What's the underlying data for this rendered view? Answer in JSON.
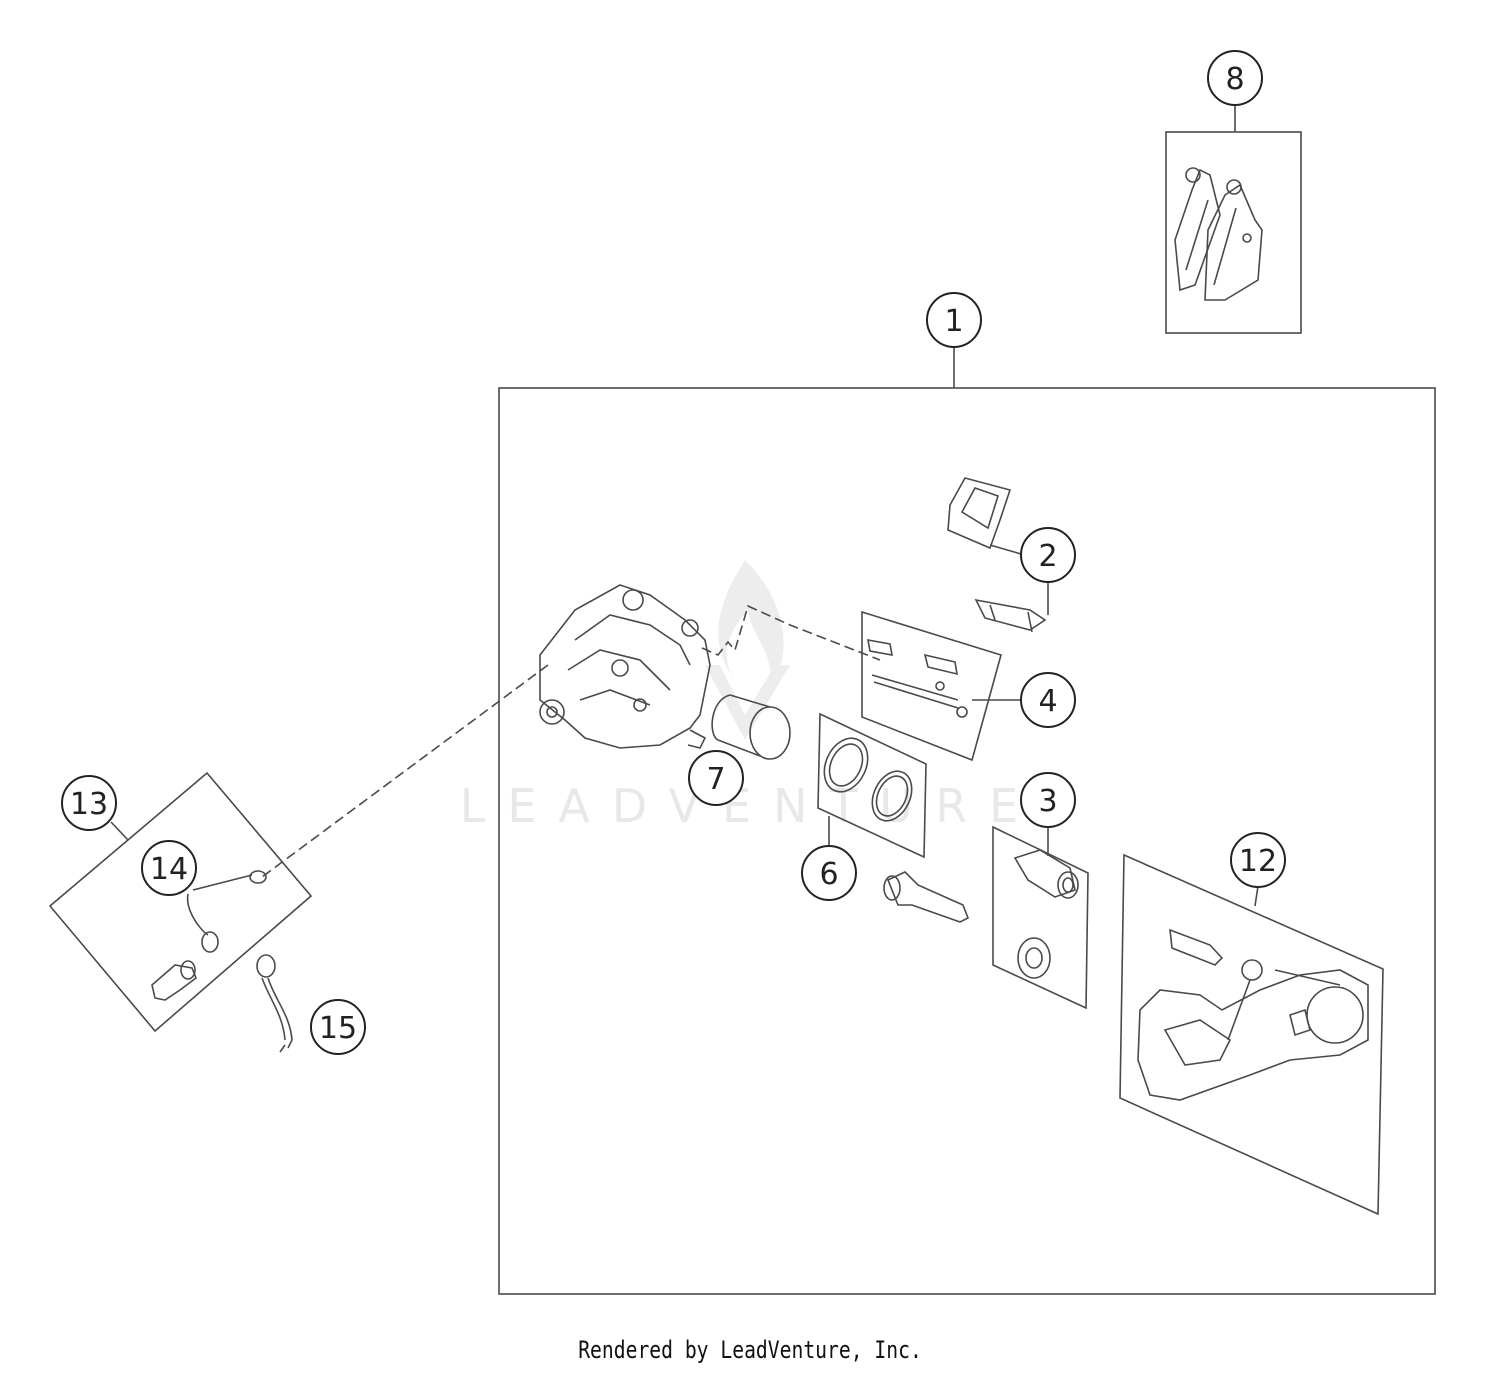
{
  "callouts": {
    "c1": "1",
    "c2": "2",
    "c3": "3",
    "c4": "4",
    "c6": "6",
    "c7": "7",
    "c8": "8",
    "c12": "12",
    "c13": "13",
    "c14": "14",
    "c15": "15"
  },
  "watermark": {
    "text": "LEADVENTURE"
  },
  "footer": {
    "credit": "Rendered by LeadVenture, Inc."
  },
  "colors": {
    "line": "#4a4a4a",
    "callout_stroke": "#222222",
    "watermark": "#e6e6e6",
    "background": "#ffffff"
  }
}
